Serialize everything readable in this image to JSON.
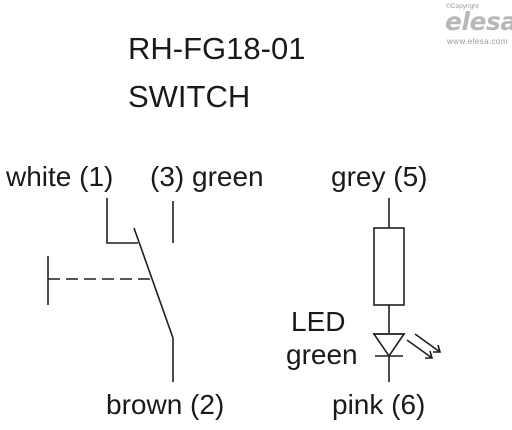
{
  "title": {
    "line1": "RH-FG18-01",
    "line2": "SWITCH"
  },
  "brand": {
    "copyright": "©Copyright",
    "logo": "elesa",
    "url": "www.elesa.com"
  },
  "switch": {
    "label_white": "white (1)",
    "label_green": "(3) green",
    "label_brown": "brown (2)"
  },
  "led": {
    "label_grey": "grey (5)",
    "label_led_1": "LED",
    "label_led_2": "green",
    "label_pink": "pink (6)"
  },
  "colors": {
    "line": "#1f1f1f",
    "text": "#1a1a1a",
    "logo_gray": "#b5b5b5"
  }
}
